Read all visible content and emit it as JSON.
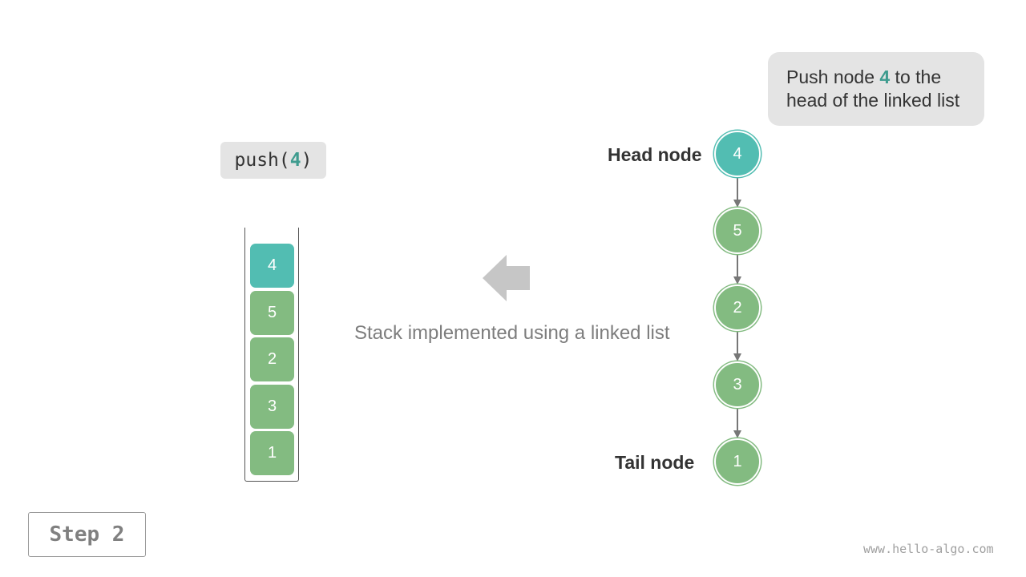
{
  "colors": {
    "highlight": "#52bdb2",
    "highlight_ring": "#52bdb2",
    "normal": "#83bb81",
    "normal_ring": "#83bb81",
    "link_arrow": "#777777",
    "direction_arrow": "#c6c6c6"
  },
  "callout": {
    "prefix": "Push node ",
    "value": "4",
    "suffix": " to the head of the linked list"
  },
  "operation": {
    "name": "push(",
    "arg": "4",
    "close": ")"
  },
  "stack": {
    "items": [
      "4",
      "5",
      "2",
      "3",
      "1"
    ],
    "highlight_index": 0
  },
  "caption": "Stack implemented using a linked list",
  "linked_list": {
    "nodes": [
      "4",
      "5",
      "2",
      "3",
      "1"
    ],
    "highlight_index": 0,
    "head_label": "Head node",
    "tail_label": "Tail node"
  },
  "step_label": "Step 2",
  "watermark": "www.hello-algo.com"
}
